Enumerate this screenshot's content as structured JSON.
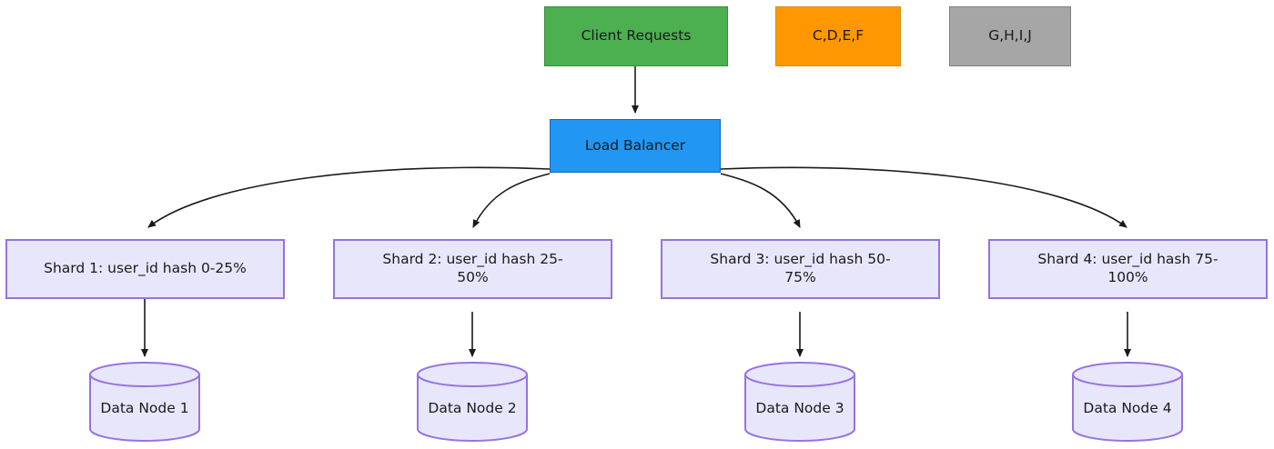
{
  "diagram": {
    "type": "database-sharding-architecture",
    "background": "#ffffff",
    "top_nodes": [
      {
        "id": "client-requests",
        "label": "Client Requests",
        "fill": "#4caf50",
        "stroke": "#3b8a3e"
      },
      {
        "id": "legend-orange",
        "label": "C,D,E,F",
        "fill": "#ff9800",
        "stroke": "#e08c10"
      },
      {
        "id": "legend-gray",
        "label": "G,H,I,J",
        "fill": "#a6a6a6",
        "stroke": "#808080"
      }
    ],
    "load_balancer": {
      "id": "load-balancer",
      "label": "Load Balancer",
      "fill": "#2196f3",
      "stroke": "#1565c0"
    },
    "shards": [
      {
        "id": "shard-1",
        "label": "Shard 1: user_id hash 0-25%",
        "fill": "#e8e6fb",
        "stroke": "#9673e0"
      },
      {
        "id": "shard-2",
        "label": "Shard 2: user_id hash 25-\n50%",
        "fill": "#e8e6fb",
        "stroke": "#9673e0"
      },
      {
        "id": "shard-3",
        "label": "Shard 3: user_id hash 50-\n75%",
        "fill": "#e8e6fb",
        "stroke": "#9673e0"
      },
      {
        "id": "shard-4",
        "label": "Shard 4: user_id hash 75-\n100%",
        "fill": "#e8e6fb",
        "stroke": "#9673e0"
      }
    ],
    "data_nodes": [
      {
        "id": "data-node-1",
        "label": "Data Node 1",
        "fill": "#e8e6fb",
        "stroke": "#9673e0"
      },
      {
        "id": "data-node-2",
        "label": "Data Node 2",
        "fill": "#e8e6fb",
        "stroke": "#9673e0"
      },
      {
        "id": "data-node-3",
        "label": "Data Node 3",
        "fill": "#e8e6fb",
        "stroke": "#9673e0"
      },
      {
        "id": "data-node-4",
        "label": "Data Node 4",
        "fill": "#e8e6fb",
        "stroke": "#9673e0"
      }
    ],
    "edges": [
      {
        "from": "client-requests",
        "to": "load-balancer",
        "style": "straight-arrow"
      },
      {
        "from": "load-balancer",
        "to": "shard-1",
        "style": "curved-arrow"
      },
      {
        "from": "load-balancer",
        "to": "shard-2",
        "style": "curved-arrow"
      },
      {
        "from": "load-balancer",
        "to": "shard-3",
        "style": "curved-arrow"
      },
      {
        "from": "load-balancer",
        "to": "shard-4",
        "style": "curved-arrow"
      },
      {
        "from": "shard-1",
        "to": "data-node-1",
        "style": "straight-arrow"
      },
      {
        "from": "shard-2",
        "to": "data-node-2",
        "style": "straight-arrow"
      },
      {
        "from": "shard-3",
        "to": "data-node-3",
        "style": "straight-arrow"
      },
      {
        "from": "shard-4",
        "to": "data-node-4",
        "style": "straight-arrow"
      }
    ],
    "edge_color": "#1a1a1a"
  }
}
